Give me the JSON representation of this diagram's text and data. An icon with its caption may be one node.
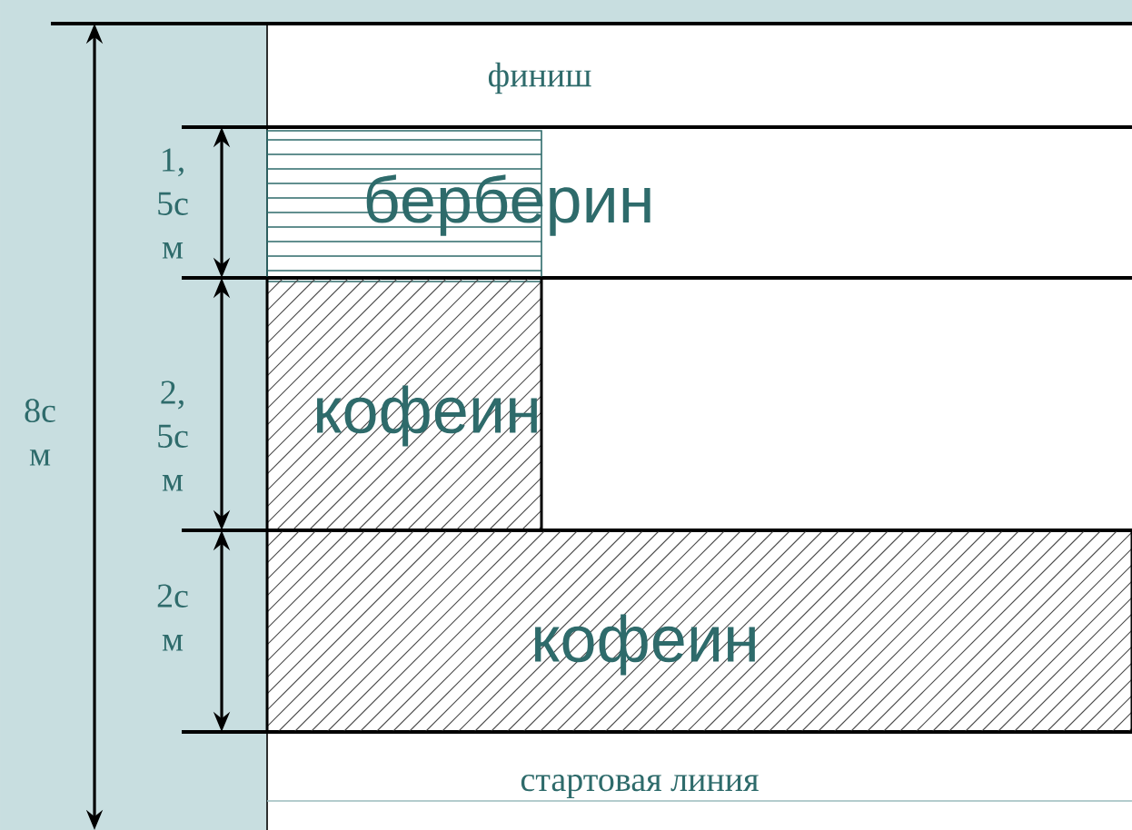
{
  "diagram": {
    "nodes": [
      {
        "text": [
          "берберин"
        ]
      },
      {
        "text": [
          "кофеин"
        ]
      },
      {
        "text": [
          "кофеин"
        ]
      }
    ],
    "labels": [
      "финиш",
      "1, 5с м",
      "8с м",
      "2, 5с м",
      "2с м",
      "стартовая линия"
    ]
  }
}
